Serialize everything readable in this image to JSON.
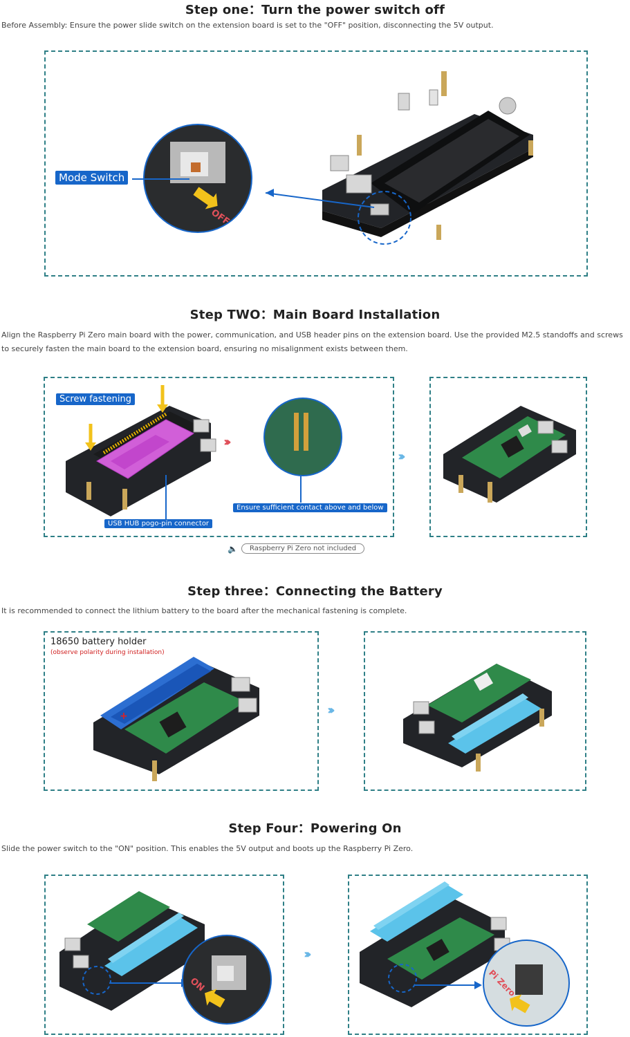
{
  "step1": {
    "title": "Step one：Turn the power switch off",
    "description": "Before Assembly: Ensure the power slide switch on the extension board is set to the \"OFF\" position, disconnecting the 5V output.",
    "callout_label": "Mode Switch",
    "switch_label": "OFF"
  },
  "step2": {
    "title": "Step TWO：Main Board Installation",
    "description": "Align the Raspberry Pi Zero main board with the power, communication, and USB header pins on the extension board. Use the provided M2.5 standoffs and screws to securely fasten the main board to the extension board, ensuring no misalignment exists between them.",
    "screw_label": "Screw fastening",
    "pogo_label": "USB HUB pogo-pin connector",
    "contact_label": "Ensure sufficient contact above and below",
    "note": "Raspberry Pi Zero not included"
  },
  "step3": {
    "title": "Step three：Connecting the Battery",
    "description": "It is recommended to connect the lithium battery to the board after the mechanical fastening is complete.",
    "holder_label": "18650 battery holder",
    "holder_note": "(observe polarity during installation)"
  },
  "step4": {
    "title": "Step Four：Powering On",
    "description": "Slide the power switch to the \"ON\" position. This enables the 5V output and boots up the Raspberry Pi Zero.",
    "switch_label": "ON",
    "pizero_label": "Pi Zero"
  },
  "colors": {
    "panel_border": "#2e7f86",
    "callout_blue": "#1766c9",
    "arrow_red": "#e0505a",
    "arrow_light_blue": "#6ab7e6",
    "battery_blue": "#5bc3ea",
    "pcb_black": "#1d1f22",
    "pi_green": "#2f8a4a"
  }
}
